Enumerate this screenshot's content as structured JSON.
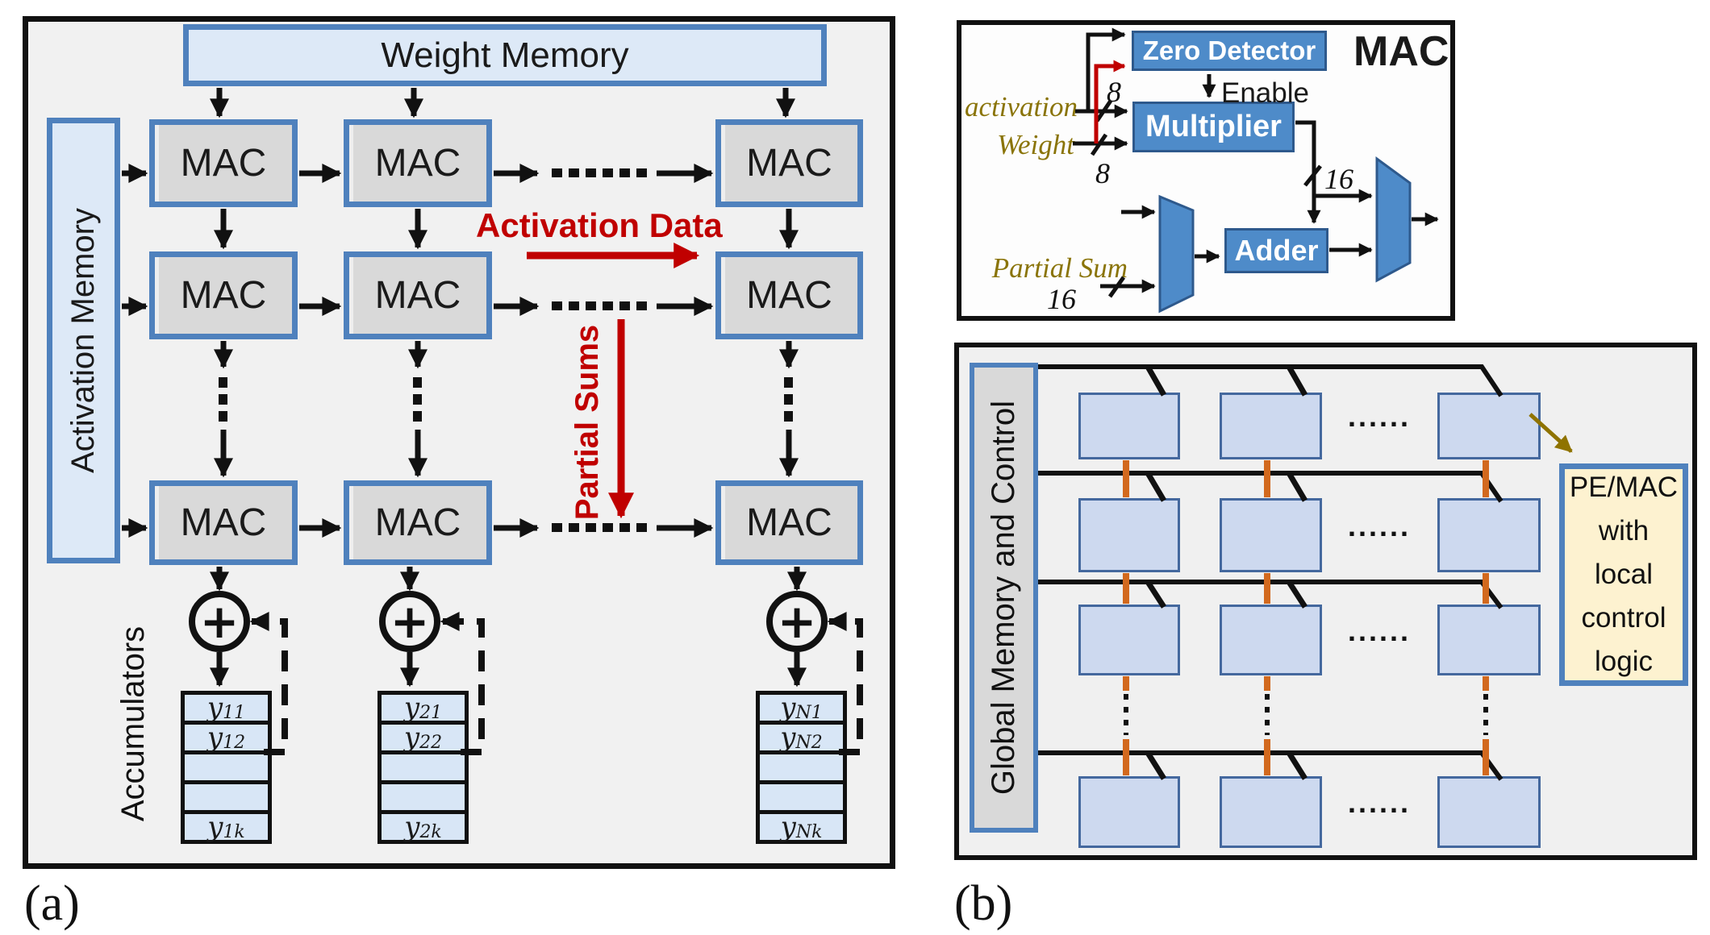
{
  "panel_a": {
    "caption": "(a)",
    "weight_memory_label": "Weight Memory",
    "activation_memory_label": "Activation Memory",
    "mac_label": "MAC",
    "activation_data_label": "Activation Data",
    "partial_sums_label": "Partial Sums",
    "accumulators_label": "Accumulators",
    "plus_symbol": "+",
    "stacks": [
      {
        "rows": [
          {
            "b": "y",
            "s": "11"
          },
          {
            "b": "y",
            "s": "12"
          },
          {
            "b": "",
            "s": ""
          },
          {
            "b": "",
            "s": ""
          },
          {
            "b": "y",
            "s": "1k"
          }
        ]
      },
      {
        "rows": [
          {
            "b": "y",
            "s": "21"
          },
          {
            "b": "y",
            "s": "22"
          },
          {
            "b": "",
            "s": ""
          },
          {
            "b": "",
            "s": ""
          },
          {
            "b": "y",
            "s": "2k"
          }
        ]
      },
      {
        "rows": [
          {
            "b": "y",
            "s": "N1"
          },
          {
            "b": "y",
            "s": "N2"
          },
          {
            "b": "",
            "s": ""
          },
          {
            "b": "",
            "s": ""
          },
          {
            "b": "y",
            "s": "Nk"
          }
        ]
      }
    ]
  },
  "mac_detail": {
    "title": "MAC",
    "zero_detector_label": "Zero Detector",
    "enable_label": "Enable",
    "multiplier_label": "Multiplier",
    "adder_label": "Adder",
    "activation_label": "activation",
    "weight_label": "Weight",
    "partial_sum_label": "Partial Sum",
    "activation_bus_width": "8",
    "weight_bus_width": "8",
    "product_bus_width": "16",
    "partial_sum_bus_width": "16"
  },
  "panel_b": {
    "caption": "(b)",
    "global_memory_label": "Global Memory and Control",
    "ellipsis": "......",
    "pe_callout_lines": [
      "PE/MAC",
      "with",
      "local",
      "control",
      "logic"
    ]
  },
  "colors": {
    "accent_blue_border": "#4f81bd",
    "block_blue_fill": "#4e8bc9",
    "light_blue_fill": "#dde9f7",
    "pe_fill": "#cdd9ef",
    "gray_fill": "#d9d9d9",
    "cream_fill": "#fdf2d0",
    "red": "#c00000",
    "olive": "#8f7300",
    "orange": "#d2691e"
  }
}
